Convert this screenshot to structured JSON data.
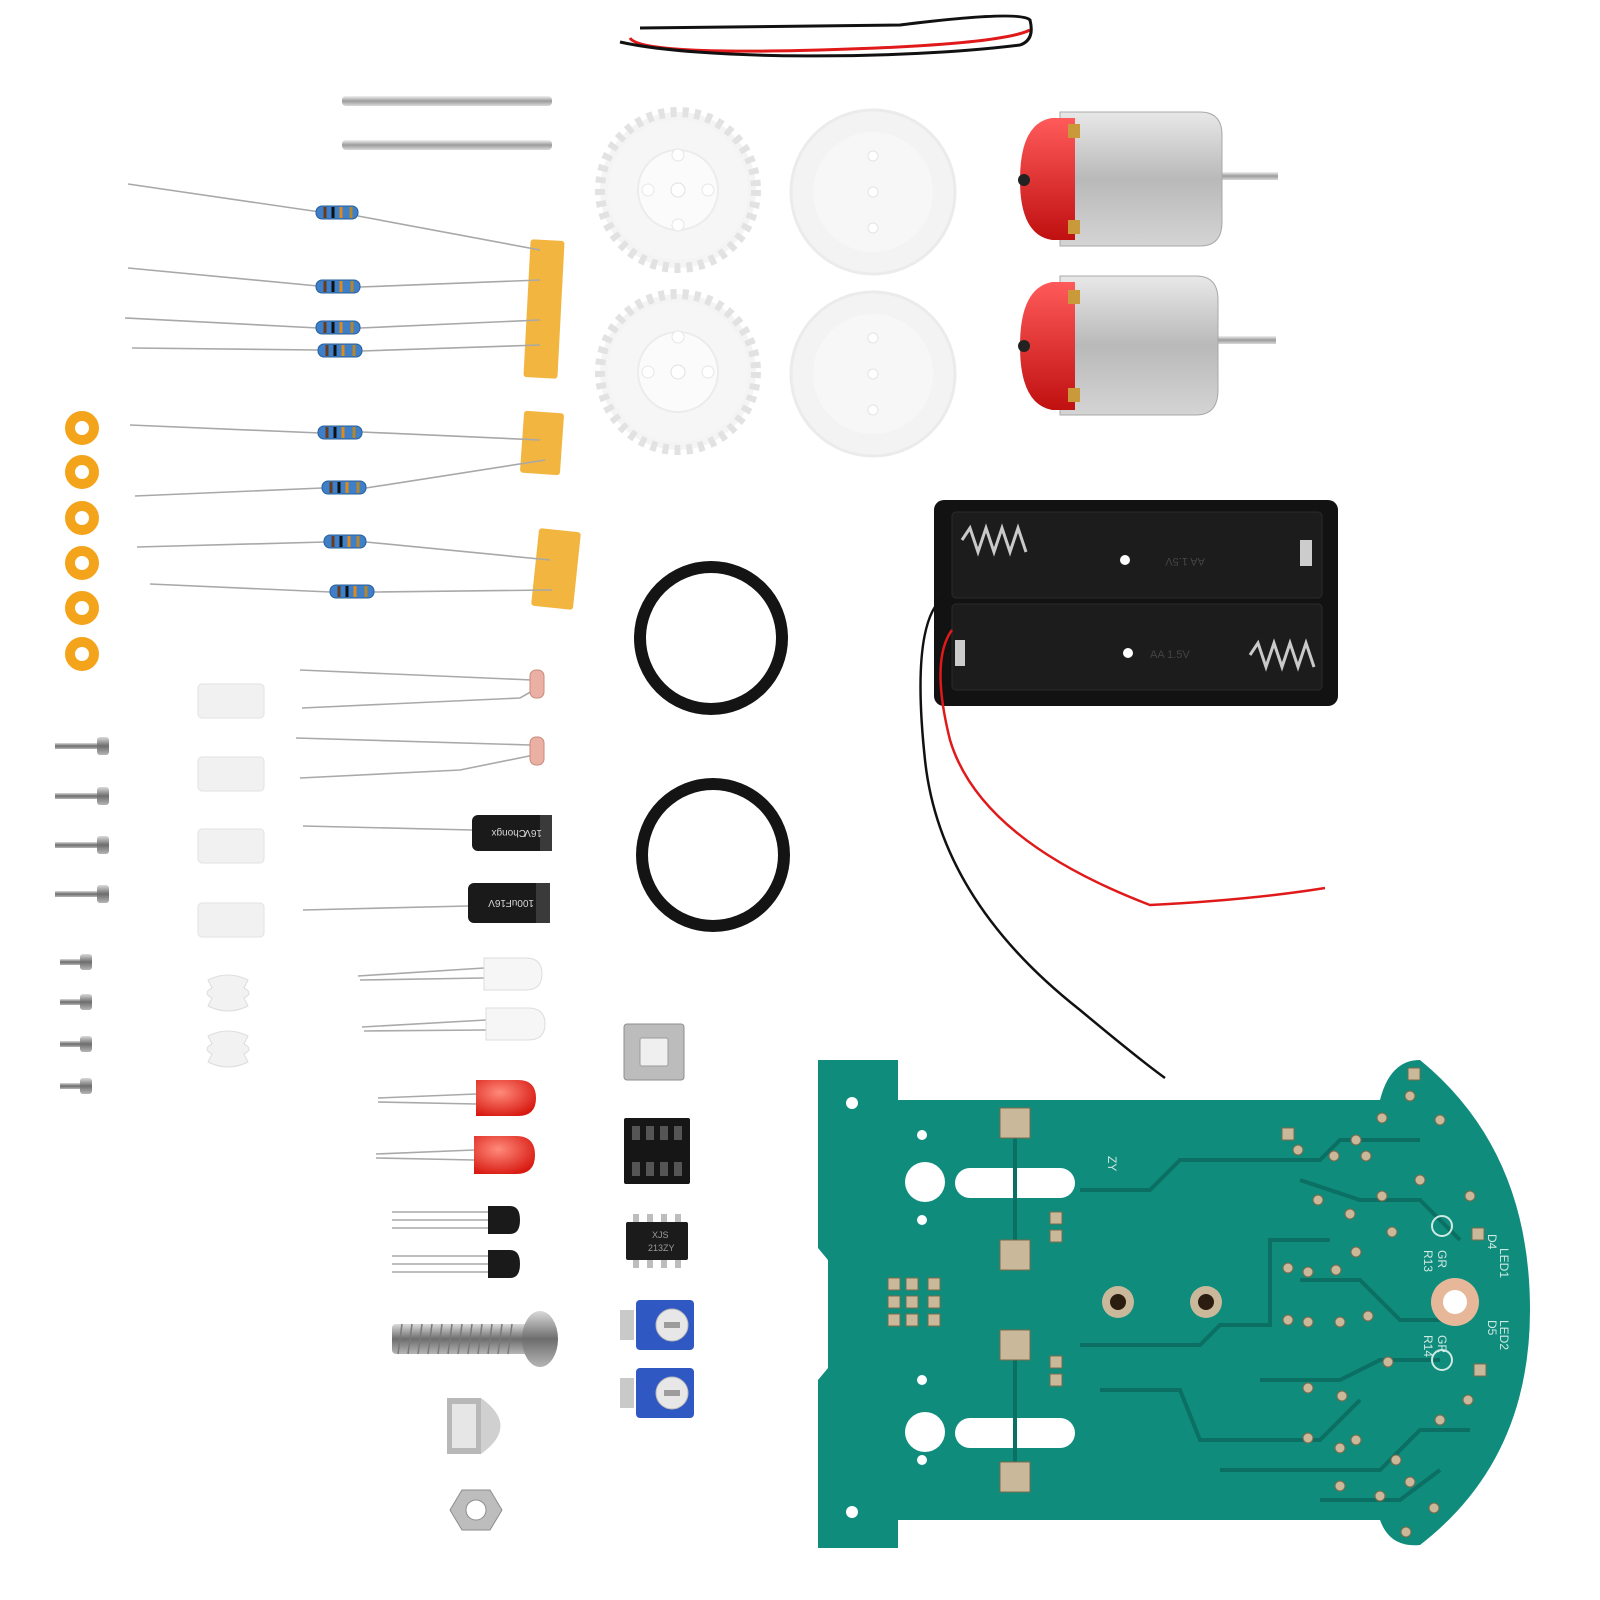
{
  "pcb": {
    "labels": {
      "d4": "D4",
      "led1": "LED1",
      "d5": "D5",
      "led2": "LED2",
      "gr_top": "GR",
      "r13": "R13",
      "gr_bottom": "GR",
      "r14": "R14",
      "zy": "ZY"
    },
    "colors": {
      "board": "#0f8c7c",
      "trace": "#0c6f63",
      "pad": "#c9b89a"
    }
  },
  "chip": {
    "line1": "XJS",
    "line2": "213ZY"
  },
  "capacitors": {
    "small": {
      "brand": "Chongx",
      "rating": "16V"
    },
    "large": {
      "rating": "16V",
      "value": "100uF"
    }
  },
  "battery_holder": {
    "top_mark": "AA 1.5V",
    "bottom_mark": "AA 1.5V"
  },
  "colors": {
    "resistor_body": "#3d7fc8",
    "tape": "#f2b640",
    "washer": "#f4a41b",
    "motor_cap": "#e02020",
    "led_red": "#e8231b",
    "wire_red": "#e01a1a",
    "wire_black": "#111111"
  }
}
